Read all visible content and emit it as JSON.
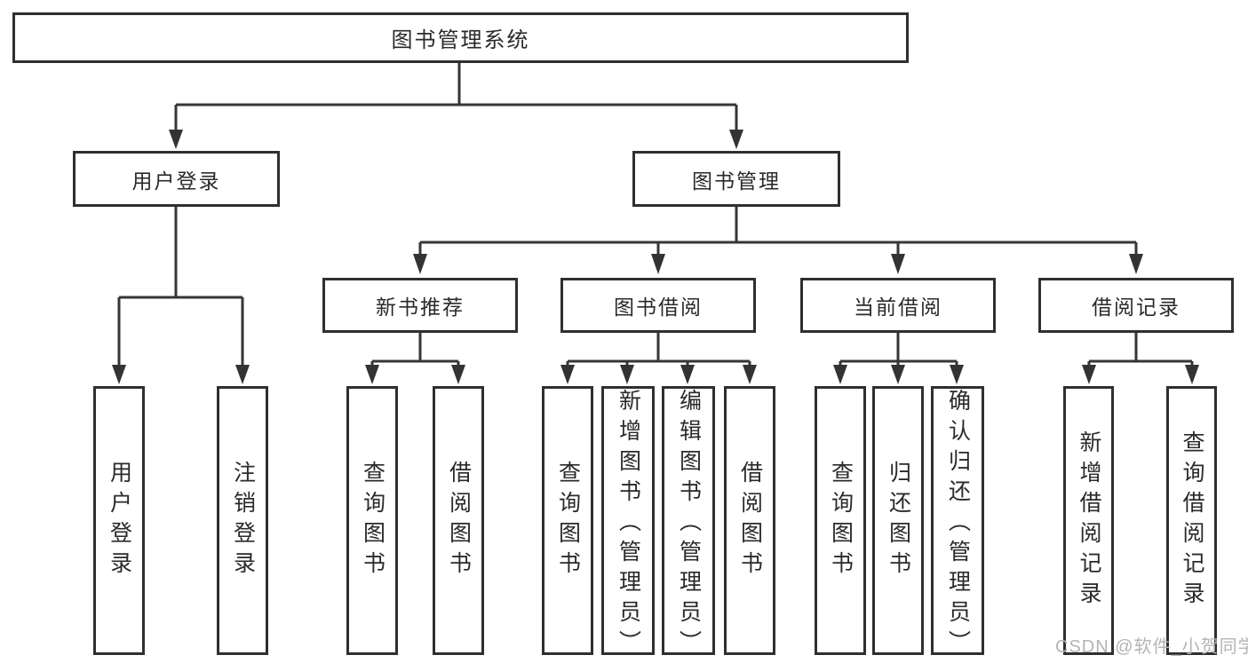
{
  "diagram": {
    "root": "图书管理系统",
    "level2": {
      "user_login": "用户登录",
      "book_management": "图书管理"
    },
    "level3": {
      "new_book_recommend": "新书推荐",
      "book_borrow": "图书借阅",
      "current_borrow": "当前借阅",
      "borrow_records": "借阅记录"
    },
    "leaves": {
      "user_login": [
        "用户登录",
        "注销登录"
      ],
      "new_book_recommend": [
        "查询图书",
        "借阅图书"
      ],
      "book_borrow": [
        "查询图书",
        "新增图书（管理员）",
        "编辑图书（管理员）",
        "借阅图书"
      ],
      "current_borrow": [
        "查询图书",
        "归还图书",
        "确认归还（管理员）"
      ],
      "borrow_records": [
        "新增借阅记录",
        "查询借阅记录"
      ]
    }
  },
  "watermark": "CSDN @软件_小贺同学",
  "colors": {
    "line": "#363636",
    "arrow": "#333333",
    "border": "#2f2f2f",
    "text": "#2a2a2a",
    "watermark": "#b4b4b4",
    "background": "#ffffff"
  }
}
